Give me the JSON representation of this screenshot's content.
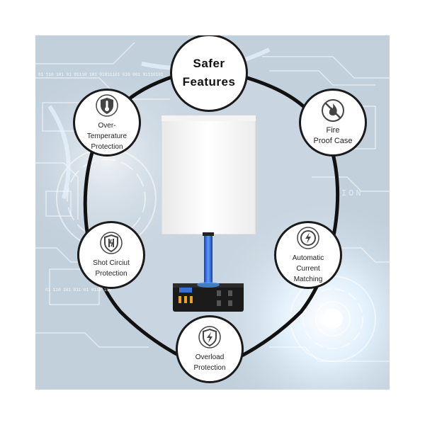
{
  "title": {
    "line1": "Safer",
    "line2": "Features"
  },
  "features": {
    "over_temperature": {
      "lines": [
        "Over-",
        "Temperature",
        "Protection"
      ],
      "icon": "thermometer-shield-icon"
    },
    "fire_proof": {
      "lines": [
        "Fire",
        "Proof Case"
      ],
      "icon": "no-fire-icon"
    },
    "short_circuit": {
      "lines": [
        "Shot Circiut",
        "Protection"
      ],
      "icon": "circuit-shield-icon"
    },
    "auto_current": {
      "lines": [
        "Automatic",
        "Current",
        "Matching"
      ],
      "icon": "lightning-circle-icon"
    },
    "overload": {
      "lines": [
        "Overload",
        "Protection"
      ],
      "icon": "lightning-shield-icon"
    }
  },
  "background_text": {
    "binary_top": "01 110 101 01 01110 101 01011101 010 001 01110101",
    "binary_bottom": "01 110 101 011 01 0110 110",
    "mark": "ION"
  },
  "colors": {
    "background": "#bfcfdc",
    "glow": "#e9f6ff",
    "shield_outline": "#111111",
    "lamp_shade": "#f7f7f7",
    "lamp_stem": "#2f6be0",
    "lamp_base": "#1a1a1a",
    "usb_ports": "#f0a020"
  }
}
